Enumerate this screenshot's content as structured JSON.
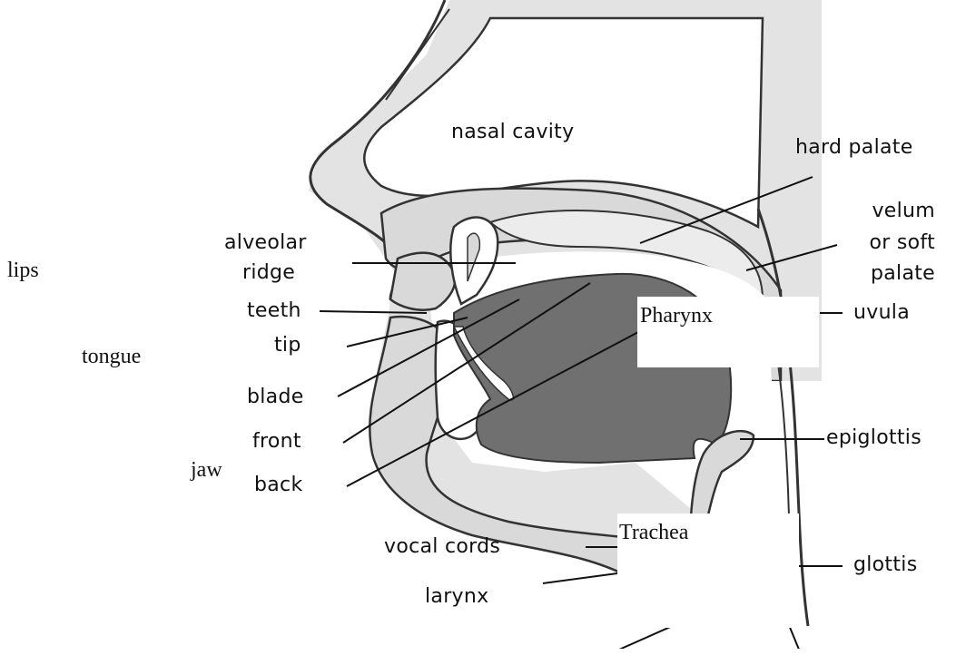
{
  "colors": {
    "background_panel": "#e3e3e3",
    "tissue_light": "#d9d9d9",
    "tissue_outline": "#333333",
    "tongue": "#707070",
    "cavity": "#ffffff"
  },
  "labels": {
    "nasal_cavity": "nasal cavity",
    "hard_palate": "hard palate",
    "velum_line1": "velum",
    "velum_line2": "or soft",
    "velum_line3": "palate",
    "alveolar_line1": "alveolar",
    "alveolar_line2": "ridge",
    "teeth": "teeth",
    "tip": "tip",
    "blade": "blade",
    "front": "front",
    "back": "back",
    "uvula": "uvula",
    "epiglottis": "epiglottis",
    "vocal_cords": "vocal cords",
    "larynx": "larynx",
    "glottis": "glottis"
  },
  "overlay_labels": {
    "lips": "lips",
    "tongue": "tongue",
    "jaw": "jaw",
    "pharynx": "Pharynx",
    "trachea": "Trachea"
  }
}
